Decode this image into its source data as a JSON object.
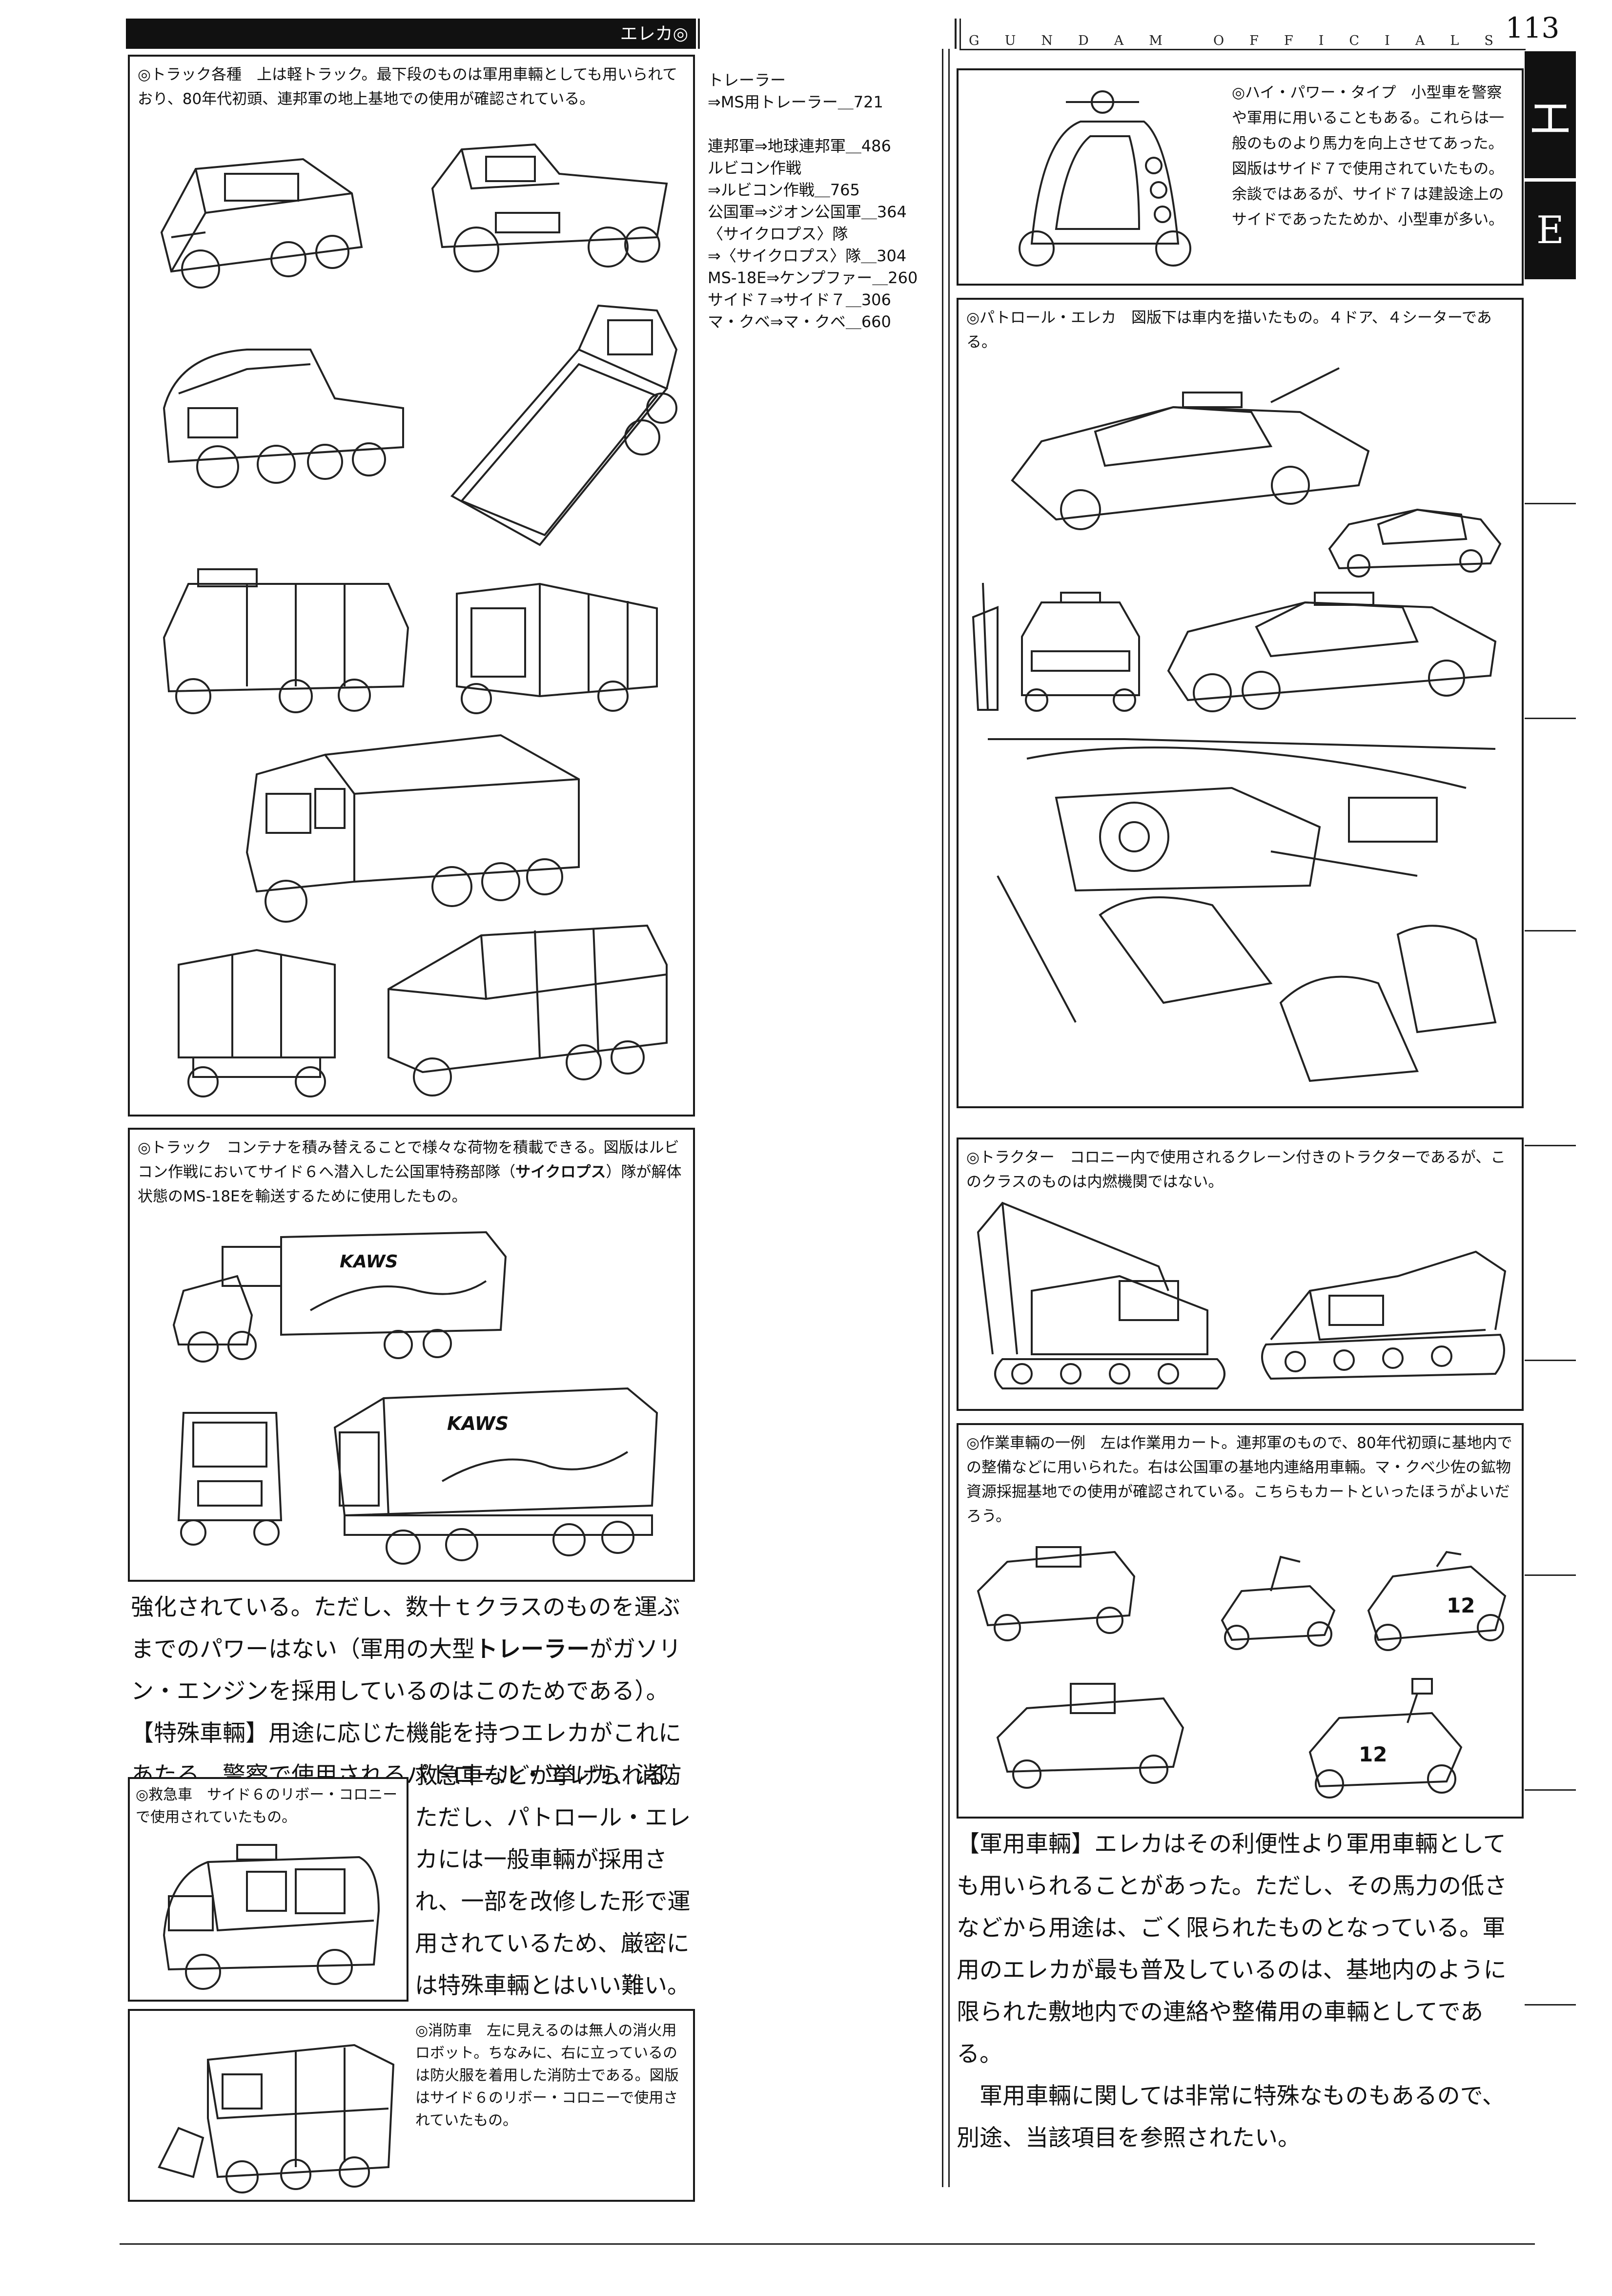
{
  "header": {
    "section_label": "エレカ◎",
    "title_letters": [
      "G",
      "U",
      "N",
      "D",
      "A",
      "M",
      "",
      "O",
      "F",
      "F",
      "I",
      "C",
      "I",
      "A",
      "L",
      "S"
    ],
    "page_number": "113",
    "tab_kana": "エ",
    "tab_latin": "E"
  },
  "left": {
    "truck_types_caption": "◎トラック各種　上は軽トラック。最下段のものは軍用車輛としても用いられており、80年代初頭、連邦軍の地上基地での使用が確認されている。",
    "truck_caption_before": "◎トラック　コンテナを積み替えることで様々な荷物を積載できる。図版はルビコン作戦においてサイド６へ潜入した公国軍特務部隊（",
    "truck_caption_bold": "サイクロプス",
    "truck_caption_after": "）隊が解体状態のMS-18Eを輸送するために使用したもの。",
    "kaws_label": "KAWS",
    "body_p1_before": "強化されている。ただし、数十ｔクラスのものを運ぶまでのパワーはない（軍用の大型",
    "body_p1_bold": "トレーラー",
    "body_p1_after": "がガソリン・エンジンを採用しているのはこのためである）。",
    "body_p2": "【特殊車輛】用途に応じた機能を持つエレカがこれにあたる。警察で使用されるパトロール・エレカ、消防車、",
    "body_p3": "救急車などが挙げられる。ただし、パトロール・エレカには一般車輛が採用され、一部を改修した形で運用されているため、厳密には特殊車輛とはいい難い。",
    "ambulance_caption": "◎救急車　サイド６のリボー・コロニーで使用されていたもの。",
    "fire_caption": "◎消防車　左に見えるのは無人の消火用ロボット。ちなみに、右に立っているのは防火服を着用した消防士である。図版はサイド６のリボー・コロニーで使用されていたもの。"
  },
  "refs": [
    "トレーラー",
    "⇒MS用トレーラー＿721",
    "",
    "連邦軍⇒地球連邦軍＿486",
    "ルビコン作戦",
    "⇒ルビコン作戦＿765",
    "公国軍⇒ジオン公国軍＿364",
    "〈サイクロプス〉隊",
    "⇒〈サイクロプス〉隊＿304",
    "MS-18E⇒ケンプファー＿260",
    "サイド７⇒サイド７＿306",
    "マ・クベ⇒マ・クベ＿660"
  ],
  "right": {
    "hipower_caption": "◎ハイ・パワー・タイプ　小型車を警察や軍用に用いることもある。これらは一般のものより馬力を向上させてあった。図版はサイド７で使用されていたもの。余談ではあるが、サイド７は建設途上のサイドであったためか、小型車が多い。",
    "patrol_caption": "◎パトロール・エレカ　図版下は車内を描いたもの。４ドア、４シーターである。",
    "tractor_caption": "◎トラクター　コロニー内で使用されるクレーン付きのトラクターであるが、このクラスのものは内燃機関ではない。",
    "work_caption": "◎作業車輛の一例　左は作業用カート。連邦軍のもので、80年代初頭に基地内での整備などに用いられた。右は公国軍の基地内連絡用車輛。マ・クベ少佐の鉱物資源採掘基地での使用が確認されている。こちらもカートといったほうがよいだろう。",
    "cart_number_a": "12",
    "cart_number_b": "12",
    "military_p1": "【軍用車輛】エレカはその利便性より軍用車輛としても用いられることがあった。ただし、その馬力の低さなどから用途は、ごく限られたものとなっている。軍用のエレカが最も普及しているのは、基地内のように限られた敷地内での連絡や整備用の車輛としてである。",
    "military_p2": "軍用車輛に関しては非常に特殊なものもあるので、別途、当該項目を参照されたい。"
  }
}
